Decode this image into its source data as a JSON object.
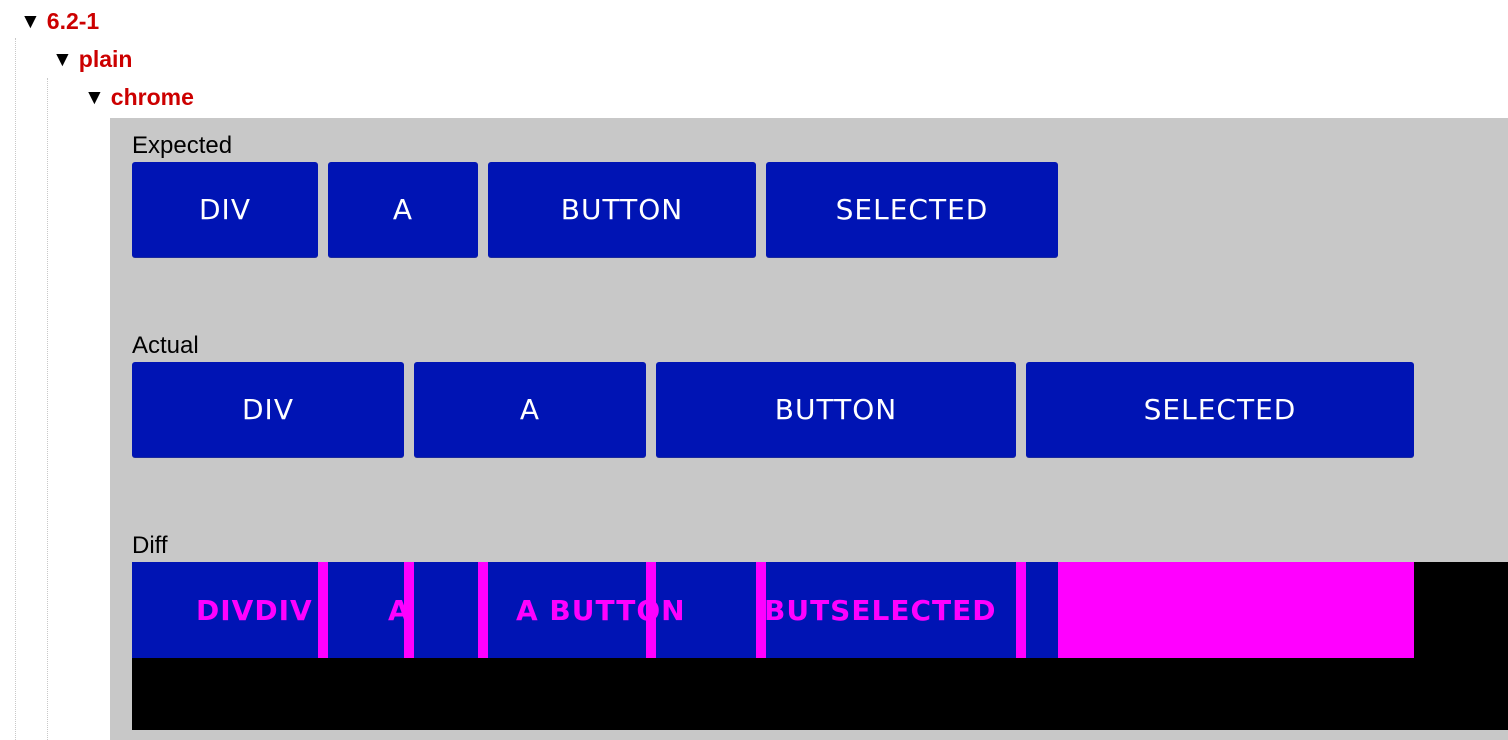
{
  "tree": {
    "level1": {
      "label": "6.2-1"
    },
    "level2": {
      "label": "plain"
    },
    "level3": {
      "label": "chrome"
    }
  },
  "sections": {
    "expected": {
      "label": "Expected",
      "buttons": [
        "DIV",
        "A",
        "BUTTON",
        "SELECTED"
      ]
    },
    "actual": {
      "label": "Actual",
      "buttons": [
        "DIV",
        "A",
        "BUTTON",
        "SELECTED"
      ]
    },
    "diff": {
      "label": "Diff",
      "fragments": [
        "DIVDIV",
        "A",
        "A BUTTON",
        "BUTSELECTED"
      ]
    }
  },
  "colors": {
    "button_bg": "#0014b4",
    "panel_bg": "#c8c8c8",
    "diff_magenta": "#ff00ff",
    "tree_label": "#cc0000"
  },
  "icons": {
    "expand": "triangle-down-icon"
  }
}
